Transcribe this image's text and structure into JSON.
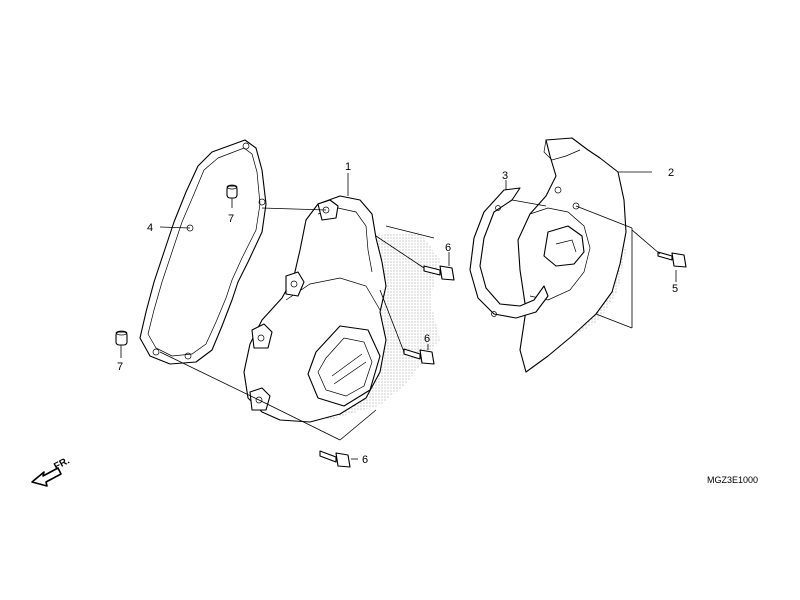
{
  "callouts": {
    "c1": "1",
    "c2": "2",
    "c3": "3",
    "c4": "4",
    "c5": "5",
    "c6a": "6",
    "c6b": "6",
    "c6c": "6",
    "c7a": "7",
    "c7b": "7"
  },
  "direction_label": "FR.",
  "diagram_code": "MGZ3E1000"
}
